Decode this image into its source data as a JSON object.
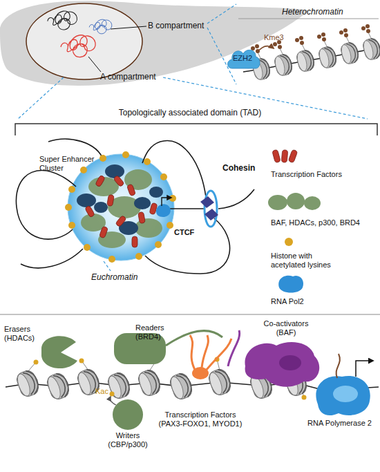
{
  "diagram": {
    "nodes": [
      {
        "text": [
          "EZH2"
        ]
      },
      {
        "text": [
          "Super Enhancer Cluster"
        ]
      }
    ],
    "labels": [
      "B compartment",
      "A compartment",
      "Heterochromatin",
      "Kme3",
      "Topologically associated domain (TAD)",
      "Cohesin",
      "CTCF",
      "Euchromatin",
      "Erasers (HDACs)",
      "Readers (BRD4)",
      "Co-activators (BAF)",
      "Kac",
      "Writers (CBP/p300)",
      "Transcription Factors (PAX3-FOXO1, MYOD1)",
      "RNA Polymerase 2"
    ],
    "legend": [
      {
        "text": "Transcription Factors",
        "color": "#c0392b"
      },
      {
        "text": "BAF, HDACs, p300, BRD4",
        "color": "#7d9a6c"
      },
      {
        "text": "Histone with acetylated lysines",
        "color": "#dba524"
      },
      {
        "text": "RNA Pol2",
        "color": "#2f8fd6"
      }
    ]
  }
}
